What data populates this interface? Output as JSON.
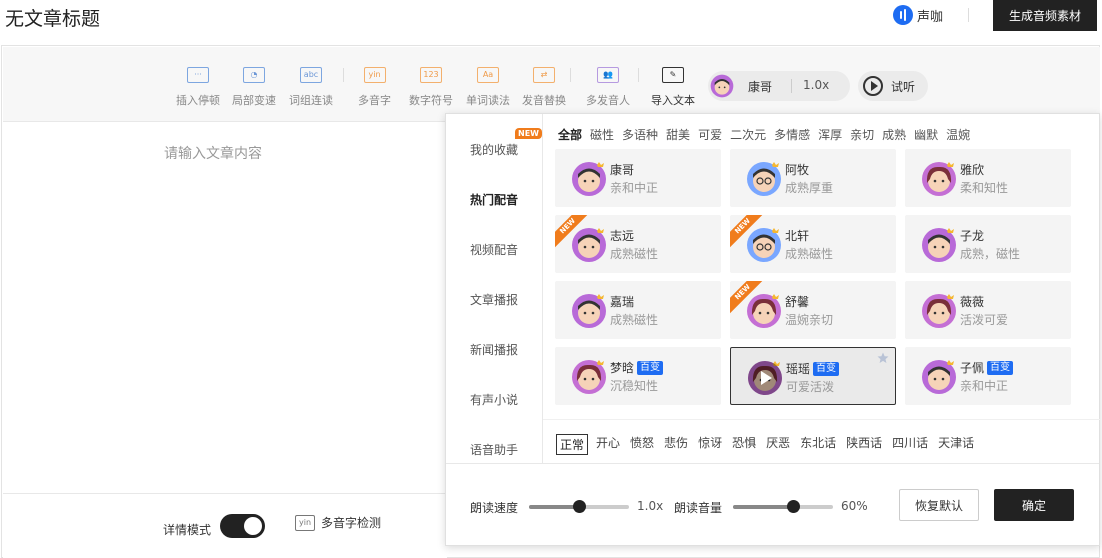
{
  "header": {
    "doc_title": "无文章标题",
    "brand_name": "声咖",
    "generate_label": "生成音频素材"
  },
  "toolbar": {
    "tools": [
      {
        "label": "插入停顿",
        "icon": "pause-insert-icon",
        "glyph": "···"
      },
      {
        "label": "局部变速",
        "icon": "speed-gauge-icon",
        "glyph": "◔"
      },
      {
        "label": "词组连读",
        "icon": "abc-icon",
        "glyph": "abc"
      },
      {
        "label": "多音字",
        "icon": "pinyin-icon",
        "glyph": "yin"
      },
      {
        "label": "数字符号",
        "icon": "number-icon",
        "glyph": "123"
      },
      {
        "label": "单词读法",
        "icon": "word-icon",
        "glyph": "Aa"
      },
      {
        "label": "发音替换",
        "icon": "replace-icon",
        "glyph": "⇄"
      },
      {
        "label": "多发音人",
        "icon": "multi-speaker-icon",
        "glyph": "👥"
      },
      {
        "label": "导入文本",
        "icon": "import-text-icon",
        "glyph": "✎"
      }
    ],
    "voice_name": "康哥",
    "voice_speed": "1.0x",
    "listen_label": "试听"
  },
  "editor": {
    "placeholder": "请输入文章内容"
  },
  "bottom_bar": {
    "detail_mode_label": "详情模式",
    "detail_mode_on": true,
    "polyphone_check_label": "多音字检测",
    "polyphone_glyph": "yin"
  },
  "panel": {
    "new_tag": "NEW",
    "categories": [
      "我的收藏",
      "热门配音",
      "视频配音",
      "文章播报",
      "新闻播报",
      "有声小说",
      "语音助手"
    ],
    "active_category": "热门配音",
    "filters": [
      "全部",
      "磁性",
      "多语种",
      "甜美",
      "可爱",
      "二次元",
      "多情感",
      "浑厚",
      "亲切",
      "成熟",
      "幽默",
      "温婉"
    ],
    "active_filter": "全部",
    "bian_label": "百变",
    "voices": [
      {
        "name": "康哥",
        "desc": "亲和中正",
        "badge": "",
        "is_new": false,
        "gender": "m"
      },
      {
        "name": "阿牧",
        "desc": "成熟厚重",
        "badge": "",
        "is_new": false,
        "gender": "m"
      },
      {
        "name": "雅欣",
        "desc": "柔和知性",
        "badge": "",
        "is_new": false,
        "gender": "f"
      },
      {
        "name": "志远",
        "desc": "成熟磁性",
        "badge": "",
        "is_new": true,
        "gender": "m"
      },
      {
        "name": "北轩",
        "desc": "成熟磁性",
        "badge": "",
        "is_new": true,
        "gender": "m"
      },
      {
        "name": "子龙",
        "desc": "成熟，磁性",
        "badge": "",
        "is_new": false,
        "gender": "m"
      },
      {
        "name": "嘉瑞",
        "desc": "成熟磁性",
        "badge": "",
        "is_new": false,
        "gender": "m"
      },
      {
        "name": "舒馨",
        "desc": "温婉亲切",
        "badge": "",
        "is_new": true,
        "gender": "f"
      },
      {
        "name": "薇薇",
        "desc": "活泼可爱",
        "badge": "",
        "is_new": false,
        "gender": "f"
      },
      {
        "name": "梦晗",
        "desc": "沉稳知性",
        "badge": "百变",
        "is_new": false,
        "gender": "f"
      },
      {
        "name": "瑶瑶",
        "desc": "可爱活泼",
        "badge": "百变",
        "is_new": false,
        "gender": "f",
        "selected": true
      },
      {
        "name": "子佩",
        "desc": "亲和中正",
        "badge": "百变",
        "is_new": false,
        "gender": "m"
      }
    ],
    "emotions": [
      "正常",
      "开心",
      "愤怒",
      "悲伤",
      "惊讶",
      "恐惧",
      "厌恶",
      "东北话",
      "陕西话",
      "四川话",
      "天津话"
    ],
    "active_emotion": "正常",
    "speed_label": "朗读速度",
    "speed_value": "1.0x",
    "speed_fraction": 0.5,
    "volume_label": "朗读音量",
    "volume_value": "60%",
    "volume_fraction": 0.6,
    "reset_label": "恢复默认",
    "confirm_label": "确定"
  },
  "colors": {
    "accent_dark": "#222222",
    "new_orange": "#f07c1c",
    "bian_blue": "#1e6cf2",
    "tool_blue": "#6c97d6",
    "tool_orange": "#ef9a48",
    "tool_purple": "#9b7ad6"
  }
}
